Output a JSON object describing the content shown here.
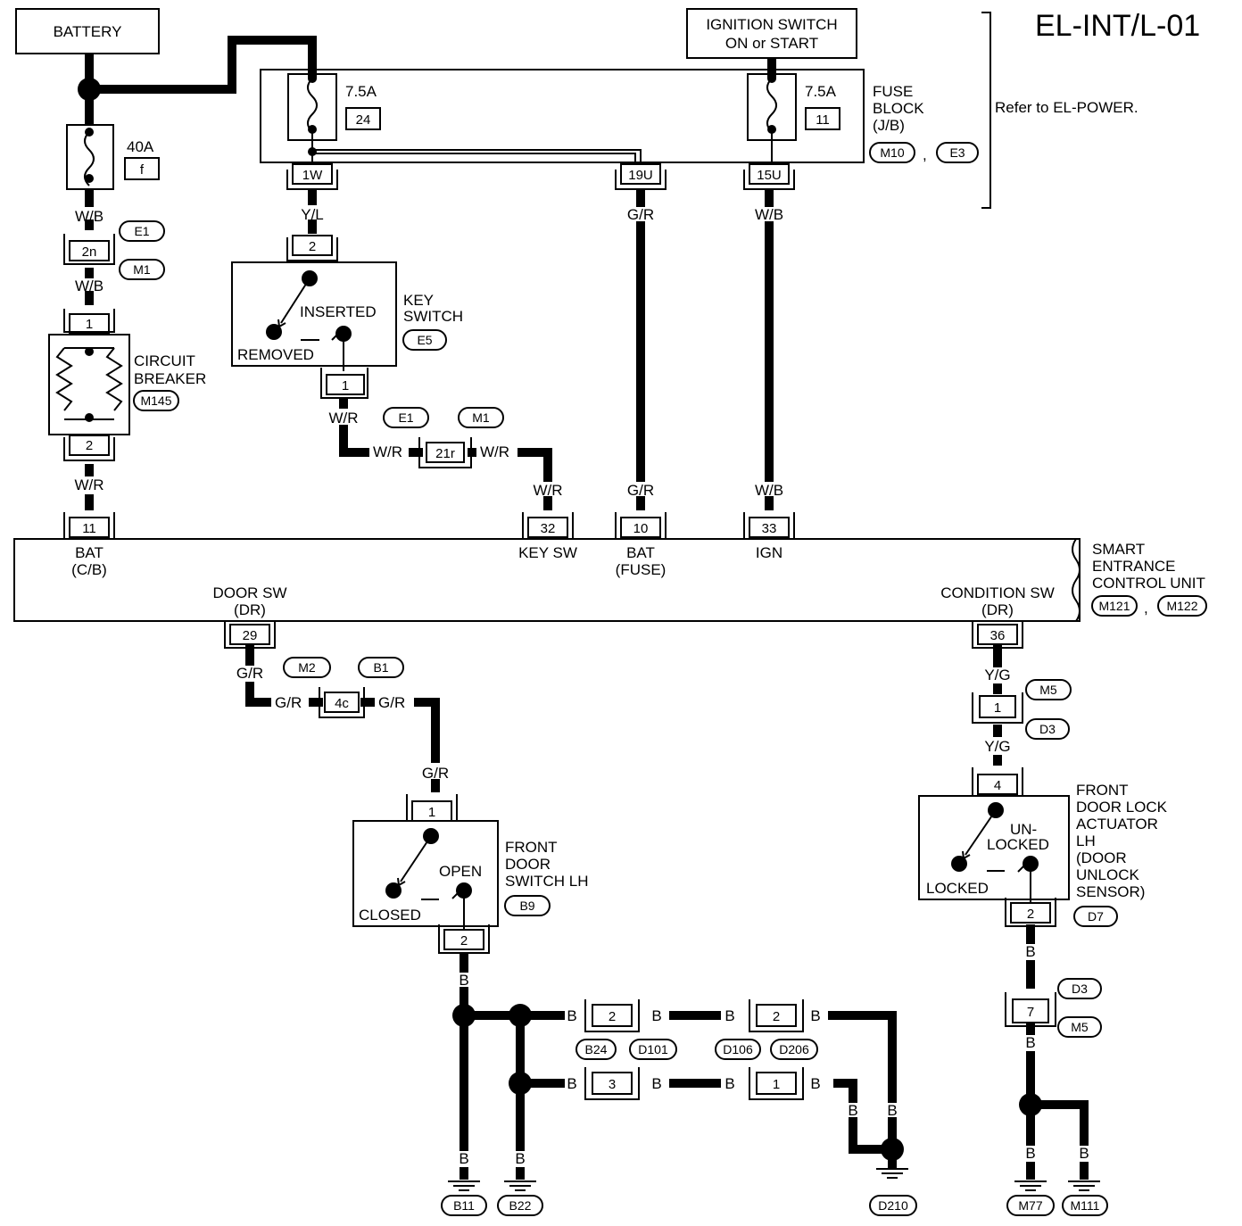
{
  "page_id": "EL-INT/L-01",
  "battery": "BATTERY",
  "ignition": {
    "line1": "IGNITION SWITCH",
    "line2": "ON or START"
  },
  "fuse_block": {
    "line1": "FUSE",
    "line2": "BLOCK",
    "line3": "(J/B)",
    "conn1": "M10",
    "sep": ",",
    "conn2": "E3",
    "refer": "Refer to EL-POWER.",
    "fuse24_amp": "7.5A",
    "fuse24_no": "24",
    "fuse11_amp": "7.5A",
    "fuse11_no": "11",
    "term_1w": "1W",
    "term_19u": "19U",
    "term_15u": "15U"
  },
  "fusible": {
    "amp": "40A",
    "id": "f"
  },
  "connectors": {
    "e1_top": "E1",
    "m1_top": "M1",
    "c2n": "2n",
    "e1_mid": "E1",
    "m1_mid": "M1",
    "c21r": "21r",
    "m2": "M2",
    "b1": "B1",
    "c4c": "4c",
    "m5_a": "M5",
    "d3_a": "D3",
    "c1_right": "1",
    "d3_b": "D3",
    "m5_b": "M5",
    "c7": "7",
    "b24": "B24",
    "d101": "D101",
    "d106": "D106",
    "d206": "D206",
    "c2_left": "2",
    "c2_right": "2",
    "c3": "3",
    "c1_bottom": "1"
  },
  "circuit_breaker": {
    "line1": "CIRCUIT",
    "line2": "BREAKER",
    "conn": "M145",
    "pin1": "1",
    "pin2": "2"
  },
  "key_switch": {
    "line1": "KEY",
    "line2": "SWITCH",
    "conn": "E5",
    "inserted": "INSERTED",
    "removed": "REMOVED",
    "pin_top": "2",
    "pin_bottom": "1"
  },
  "control_unit": {
    "line1": "SMART",
    "line2": "ENTRANCE",
    "line3": "CONTROL UNIT",
    "conn1": "M121",
    "sep": ",",
    "conn2": "M122",
    "pin_bat_cb": "11",
    "label_bat_cb_1": "BAT",
    "label_bat_cb_2": "(C/B)",
    "pin_key": "32",
    "label_key": "KEY SW",
    "pin_bat_fuse": "10",
    "label_bat_fuse_1": "BAT",
    "label_bat_fuse_2": "(FUSE)",
    "pin_ign": "33",
    "label_ign": "IGN",
    "pin_door": "29",
    "label_door_1": "DOOR SW",
    "label_door_2": "(DR)",
    "pin_cond": "36",
    "label_cond_1": "CONDITION SW",
    "label_cond_2": "(DR)"
  },
  "door_switch": {
    "line1": "FRONT",
    "line2": "DOOR",
    "line3": "SWITCH LH",
    "conn": "B9",
    "open": "OPEN",
    "closed": "CLOSED",
    "pin_top": "1",
    "pin_bottom": "2"
  },
  "actuator": {
    "line1": "FRONT",
    "line2": "DOOR LOCK",
    "line3": "ACTUATOR",
    "line4": "LH",
    "line5": "(DOOR",
    "line6": "UNLOCK",
    "line7": "SENSOR)",
    "conn": "D7",
    "un": "UN-",
    "locked_top": "LOCKED",
    "locked": "LOCKED",
    "pin_top": "4",
    "pin_bottom": "2"
  },
  "grounds": {
    "b11": "B11",
    "b22": "B22",
    "d210": "D210",
    "m77": "M77",
    "m111": "M111"
  },
  "wire_colors": {
    "wb_1": "W/B",
    "wb_2": "W/B",
    "yl": "Y/L",
    "gr_top": "G/R",
    "wb_top": "W/B",
    "wr_cb": "W/R",
    "wr_key": "W/R",
    "wr_a": "W/R",
    "wr_b": "W/R",
    "wr_up": "W/R",
    "gr_mid": "G/R",
    "wb_mid": "W/B",
    "gr_door": "G/R",
    "gr_a": "G/R",
    "gr_b": "G/R",
    "gr_down": "G/R",
    "yg_1": "Y/G",
    "yg_2": "Y/G",
    "b_sw": "B",
    "b_r1a": "B",
    "b_r1b": "B",
    "b_r1c": "B",
    "b_r1d": "B",
    "b_r2a": "B",
    "b_r2b": "B",
    "b_r2c": "B",
    "b_r2d": "B",
    "b_d210a": "B",
    "b_d210b": "B",
    "b_b11": "B",
    "b_b22": "B",
    "b_act": "B",
    "b_act2": "B",
    "b_m77": "B",
    "b_m111": "B"
  }
}
